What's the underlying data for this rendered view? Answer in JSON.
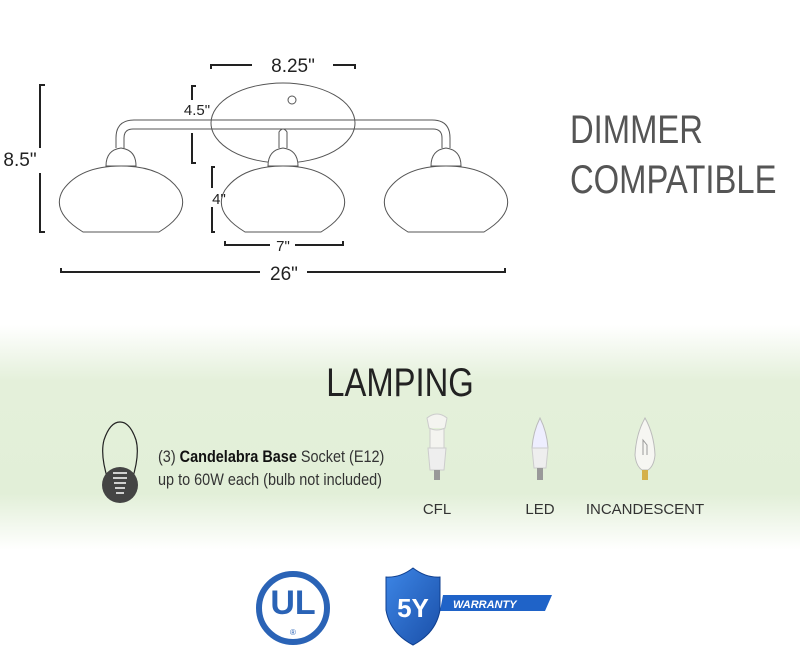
{
  "dimensions": {
    "canopy_width": "8.25\"",
    "canopy_height": "4.5\"",
    "overall_height": "8.5\"",
    "shade_height": "4\"",
    "shade_width": "7\"",
    "overall_width": "26\""
  },
  "feature": {
    "line1": "DIMMER",
    "line2": "COMPATIBLE"
  },
  "lamping": {
    "title": "LAMPING",
    "count": "(3)",
    "base": "Candelabra Base",
    "socket": "Socket (E12)",
    "wattage": "up to 60W each (bulb not included)",
    "bulb_types": [
      "CFL",
      "LED",
      "INCANDESCENT"
    ]
  },
  "certifications": {
    "ul": {
      "letters": "UL",
      "mark": "®"
    },
    "warranty": {
      "years": "5Y",
      "label": "WARRANTY"
    }
  },
  "colors": {
    "brand_blue": "#2a63b6",
    "band_green": "#dcebd0",
    "text": "#555555"
  }
}
